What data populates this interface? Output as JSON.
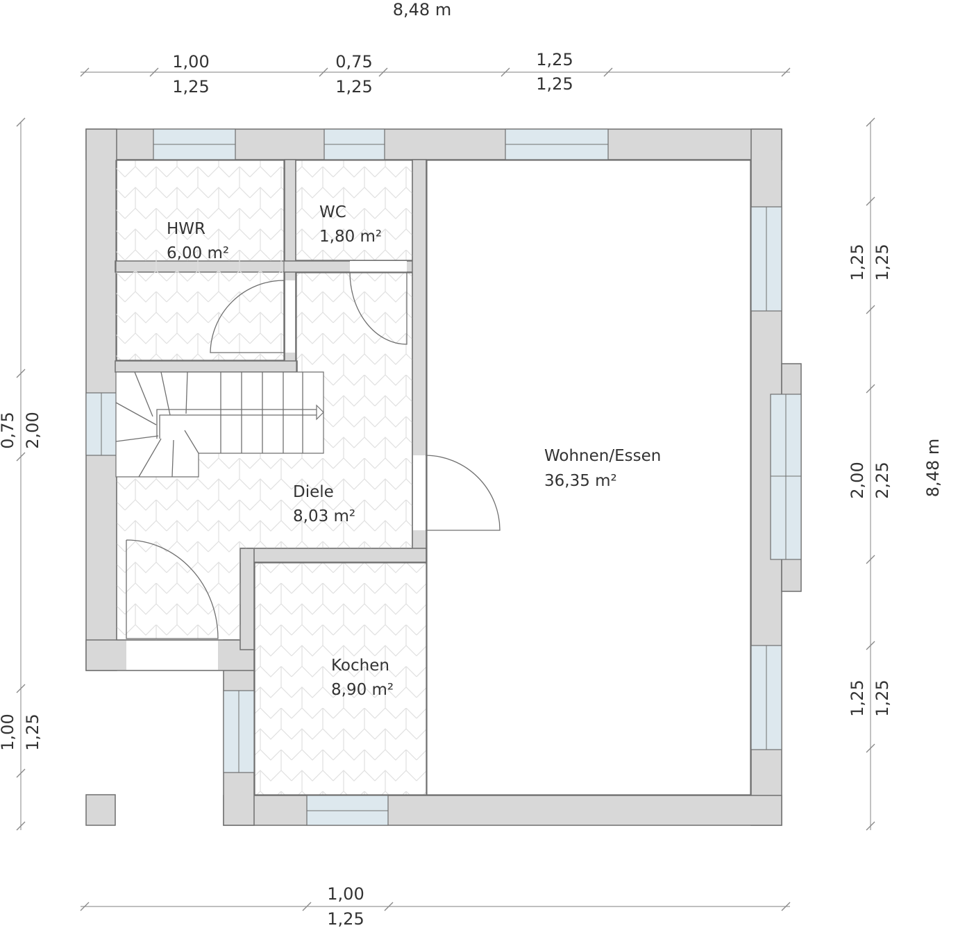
{
  "plan": {
    "overall_width": "8,48 m",
    "overall_height": "8,48 m",
    "top_dims": {
      "a_upper": "1,00",
      "a_lower": "1,25",
      "b_upper": "0,75",
      "b_lower": "1,25",
      "c_upper": "1,25",
      "c_lower": "1,25"
    },
    "bottom_dims": {
      "upper": "1,00",
      "lower": "1,25"
    },
    "left_dims": {
      "top_outer": "0,75",
      "top_inner": "2,00",
      "bottom_outer": "1,00",
      "bottom_inner": "1,25"
    },
    "right_dims": {
      "r1_outer": "1,25",
      "r1_inner": "1,25",
      "r2_outer": "2,00",
      "r2_inner": "2,25",
      "r3_outer": "1,25",
      "r3_inner": "1,25"
    },
    "rooms": {
      "hwr": {
        "name": "HWR",
        "area": "6,00 m²"
      },
      "wc": {
        "name": "WC",
        "area": "1,80 m²"
      },
      "diele": {
        "name": "Diele",
        "area": "8,03 m²"
      },
      "kochen": {
        "name": "Kochen",
        "area": "8,90 m²"
      },
      "wohnen": {
        "name": "Wohnen/Essen",
        "area": "36,35 m²"
      }
    },
    "colors": {
      "wall": "#d8d8d8",
      "window": "#dde8ee",
      "line": "#6f6f6f",
      "tile_pattern": "#e4e4e4"
    }
  }
}
